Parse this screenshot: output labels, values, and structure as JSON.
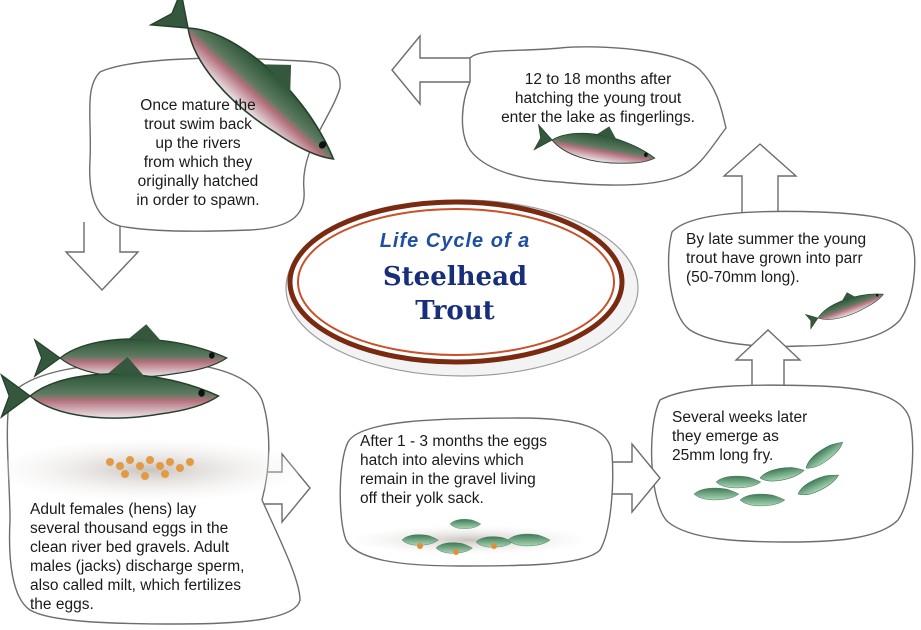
{
  "title": {
    "line1": "Life Cycle of a",
    "line2": "Steelhead",
    "line3": "Trout"
  },
  "stages": [
    {
      "id": "return",
      "text": "Once mature the\ntrout swim back\nup the rivers\nfrom which they\noriginally hatched\nin order to spawn."
    },
    {
      "id": "spawn",
      "text": "Adult females (hens) lay\nseveral thousand eggs in the\nclean river bed gravels. Adult\nmales (jacks) discharge sperm,\nalso called milt, which fertilizes\nthe eggs."
    },
    {
      "id": "alevins",
      "text": "After 1 - 3 months the eggs\nhatch into alevins which\nremain in the gravel living\noff their yolk sack."
    },
    {
      "id": "fry",
      "text": "Several weeks later\nthey emerge as\n25mm long fry."
    },
    {
      "id": "parr",
      "text": "By late summer the young\ntrout have grown into parr\n(50-70mm long)."
    },
    {
      "id": "fingerlings",
      "text": "12 to 18 months after\nhatching the young trout\nenter the lake as fingerlings."
    }
  ],
  "colors": {
    "ellipse_outer": "#7a2a10",
    "ellipse_inner": "#c8512a",
    "title_italic": "#1e4fa0",
    "title_main": "#172f7a",
    "fish_back": "#2f5a3c",
    "fish_stripe": "#b0707a",
    "fish_belly": "#e8e2e6"
  }
}
